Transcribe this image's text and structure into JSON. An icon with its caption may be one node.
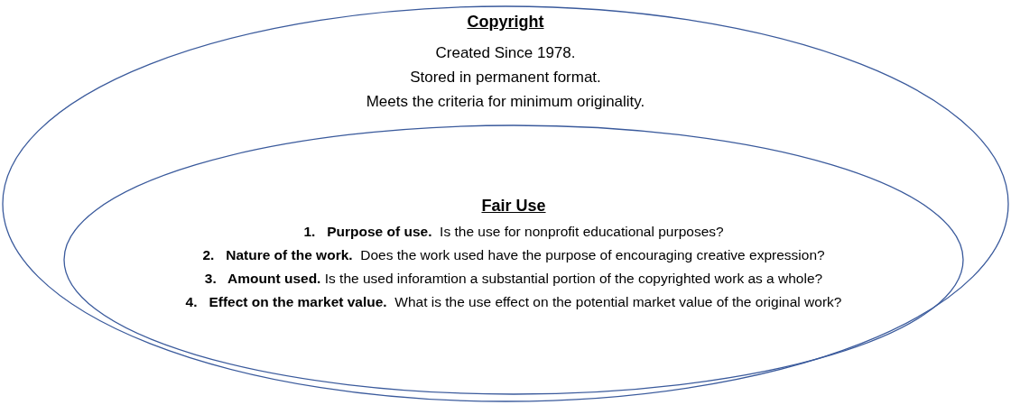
{
  "diagram": {
    "nodes": [
      {
        "text": [
          "Copyright",
          "Created Since 1978.",
          "Stored in permanent format.",
          "Meets the criteria for minimum originality."
        ]
      },
      {
        "text": [
          "Fair Use",
          "**1.   Purpose of use.**  Is the use for nonprofit educational purposes?",
          "**2.   Nature of the work.**  Does the work used have the purpose of encouraging creative expression?",
          "**3.   Amount used.** Is the used inforamtion a substantial portion of the copyrighted work as a whole?",
          "**4.   Effect on the market value.**  What is the use effect on the potential market value of the original work?"
        ],
        "in": 0
      }
    ]
  }
}
